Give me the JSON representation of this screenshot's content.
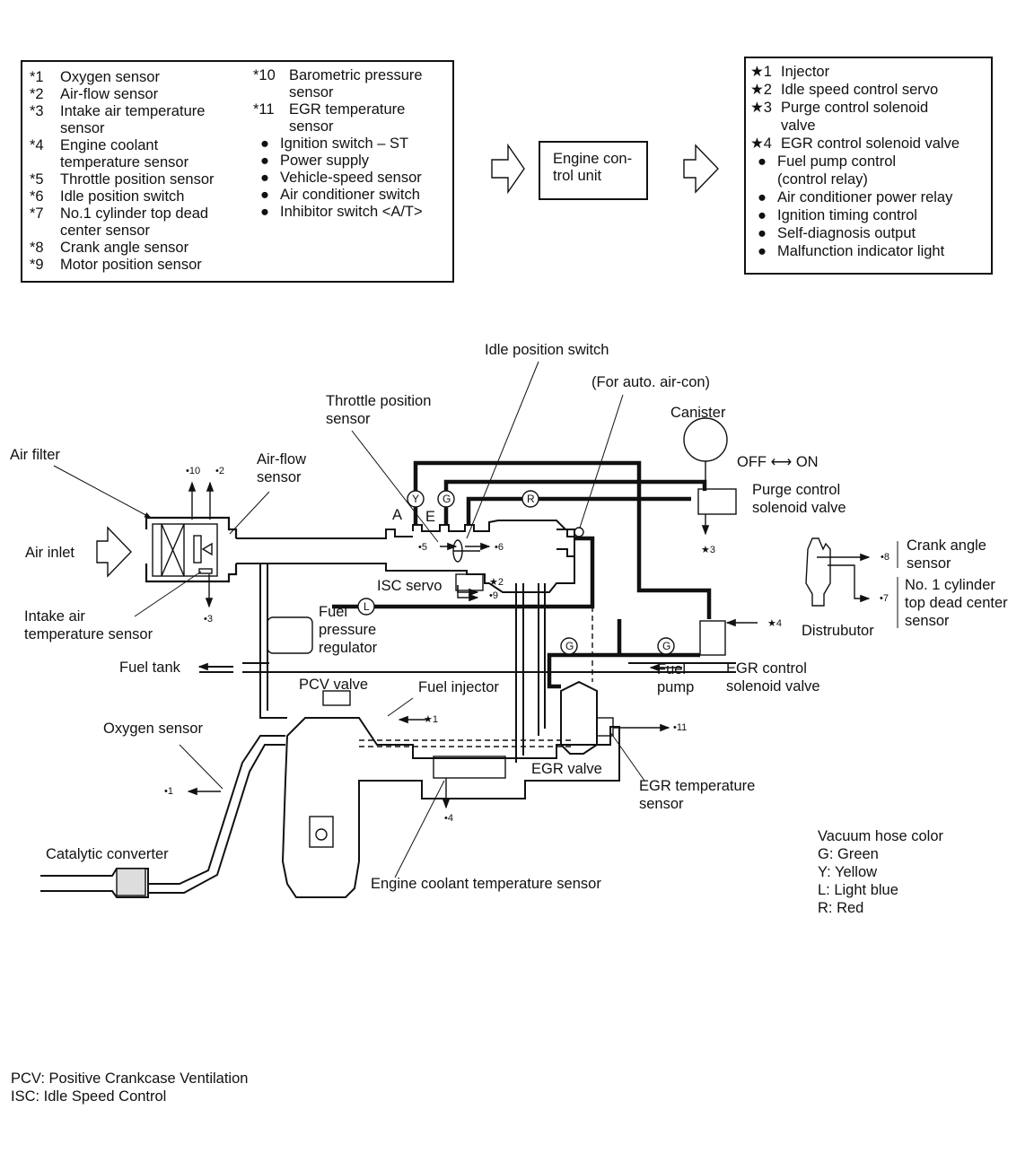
{
  "inputs_panel": {
    "column1": [
      {
        "key": "*1",
        "text": "Oxygen sensor"
      },
      {
        "key": "*2",
        "text": "Air-flow sensor"
      },
      {
        "key": "*3",
        "text": "Intake air temperature sensor"
      },
      {
        "key": "*4",
        "text": "Engine coolant temperature sensor"
      },
      {
        "key": "*5",
        "text": "Throttle position sensor"
      },
      {
        "key": "*6",
        "text": "Idle position switch"
      },
      {
        "key": "*7",
        "text": "No.1 cylinder top dead center sensor"
      },
      {
        "key": "*8",
        "text": "Crank angle sensor"
      },
      {
        "key": "*9",
        "text": "Motor position sensor"
      }
    ],
    "column2": [
      {
        "key": "*10",
        "text": "Barometric pressure sensor"
      },
      {
        "key": "*11",
        "text": "EGR temperature sensor"
      },
      {
        "key": "●",
        "text": "Ignition switch – ST"
      },
      {
        "key": "●",
        "text": "Power supply"
      },
      {
        "key": "●",
        "text": "Vehicle-speed sensor"
      },
      {
        "key": "●",
        "text": "Air conditioner switch"
      },
      {
        "key": "●",
        "text": "Inhibitor switch <A/T>"
      }
    ]
  },
  "ecu": {
    "label": "Engine con-trol unit"
  },
  "outputs_panel": {
    "items": [
      {
        "key": "★1",
        "text": "Injector"
      },
      {
        "key": "★2",
        "text": "Idle speed control servo"
      },
      {
        "key": "★3",
        "text": "Purge control solenoid valve"
      },
      {
        "key": "★4",
        "text": "EGR control solenoid valve"
      },
      {
        "key": "●",
        "text": "Fuel pump control (control relay)"
      },
      {
        "key": "●",
        "text": "Air conditioner power relay"
      },
      {
        "key": "●",
        "text": "Ignition timing control"
      },
      {
        "key": "●",
        "text": "Self-diagnosis output"
      },
      {
        "key": "●",
        "text": "Malfunction indicator light"
      }
    ]
  },
  "diagram_labels": {
    "idle_position_switch": "Idle position switch",
    "for_auto_aircon": "(For auto. air-con)",
    "throttle_position_sensor_1": "Throttle position",
    "throttle_position_sensor_2": "sensor",
    "canister": "Canister",
    "off_on": "OFF ⟷ ON",
    "air_filter": "Air filter",
    "air_flow_sensor_1": "Air-flow",
    "air_flow_sensor_2": "sensor",
    "purge_control_1": "Purge control",
    "purge_control_2": "solenoid valve",
    "air_inlet": "Air inlet",
    "crank_angle_1": "Crank angle",
    "crank_angle_2": "sensor",
    "no1_cyl_1": "No. 1 cylinder",
    "no1_cyl_2": "top dead center",
    "no1_cyl_3": "sensor",
    "isc_servo": "ISC servo",
    "intake_air_1": "Intake air",
    "intake_air_2": "temperature sensor",
    "fuel_pressure_1": "Fuel",
    "fuel_pressure_2": "pressure",
    "fuel_pressure_3": "regulator",
    "distributor": "Distrubutor",
    "fuel_tank": "Fuel tank",
    "pcv_valve": "PCV valve",
    "fuel_injector": "Fuel injector",
    "fuel_pump_1": "Fuel",
    "fuel_pump_2": "pump",
    "egr_control_1": "EGR control",
    "egr_control_2": "solenoid valve",
    "oxygen_sensor": "Oxygen sensor",
    "egr_valve": "EGR valve",
    "egr_temp_1": "EGR temperature",
    "egr_temp_2": "sensor",
    "catalytic_converter": "Catalytic converter",
    "engine_coolant": "Engine coolant temperature sensor",
    "port_a": "A",
    "port_e": "E"
  },
  "callouts": {
    "s10": "•10",
    "s2": "•2",
    "s3": "•3",
    "s5": "•5",
    "s6": "•6",
    "st2": "★2",
    "s9": "•9",
    "st3": "★3",
    "s8": "•8",
    "s7": "•7",
    "st4": "★4",
    "st1": "★1",
    "s11": "•11",
    "s1": "•1",
    "s4": "•4"
  },
  "hose_tags": {
    "y": "Y",
    "g1": "G",
    "r": "R",
    "l": "L",
    "g2": "G",
    "g3": "G"
  },
  "legend": {
    "title": "Vacuum hose color",
    "items": [
      "G: Green",
      "Y: Yellow",
      "L: Light blue",
      "R: Red"
    ]
  },
  "footnotes": [
    "PCV: Positive Crankcase Ventilation",
    "ISC: Idle Speed Control"
  ]
}
